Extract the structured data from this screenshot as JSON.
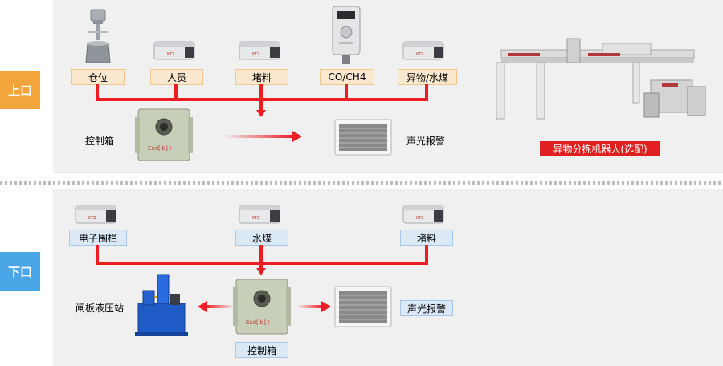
{
  "side_tags": {
    "top": "上口",
    "bottom": "下口"
  },
  "top": {
    "sensors": [
      "仓位",
      "人员",
      "堵料",
      "CO/CH4",
      "异物/水煤"
    ],
    "control_box": "控制箱",
    "alarm": "声光报警",
    "robot": "异物分拣机器人(选配)",
    "box_marking": "Exd[ib] I"
  },
  "bottom": {
    "sensors": [
      "电子围栏",
      "水煤",
      "堵料"
    ],
    "hydraulic": "闸板液压站",
    "control_box": "控制箱",
    "alarm": "声光报警",
    "box_marking": "Exd[ib] I"
  },
  "colors": {
    "line": "#ee1d23",
    "top_tag": "#f3a43a",
    "bottom_tag": "#4aa6e6"
  },
  "icons": [
    "level-sensor-icon",
    "camera-icon",
    "gas-detector-icon",
    "control-box-icon",
    "alarm-panel-icon",
    "robot-icon",
    "hydraulic-station-icon"
  ]
}
